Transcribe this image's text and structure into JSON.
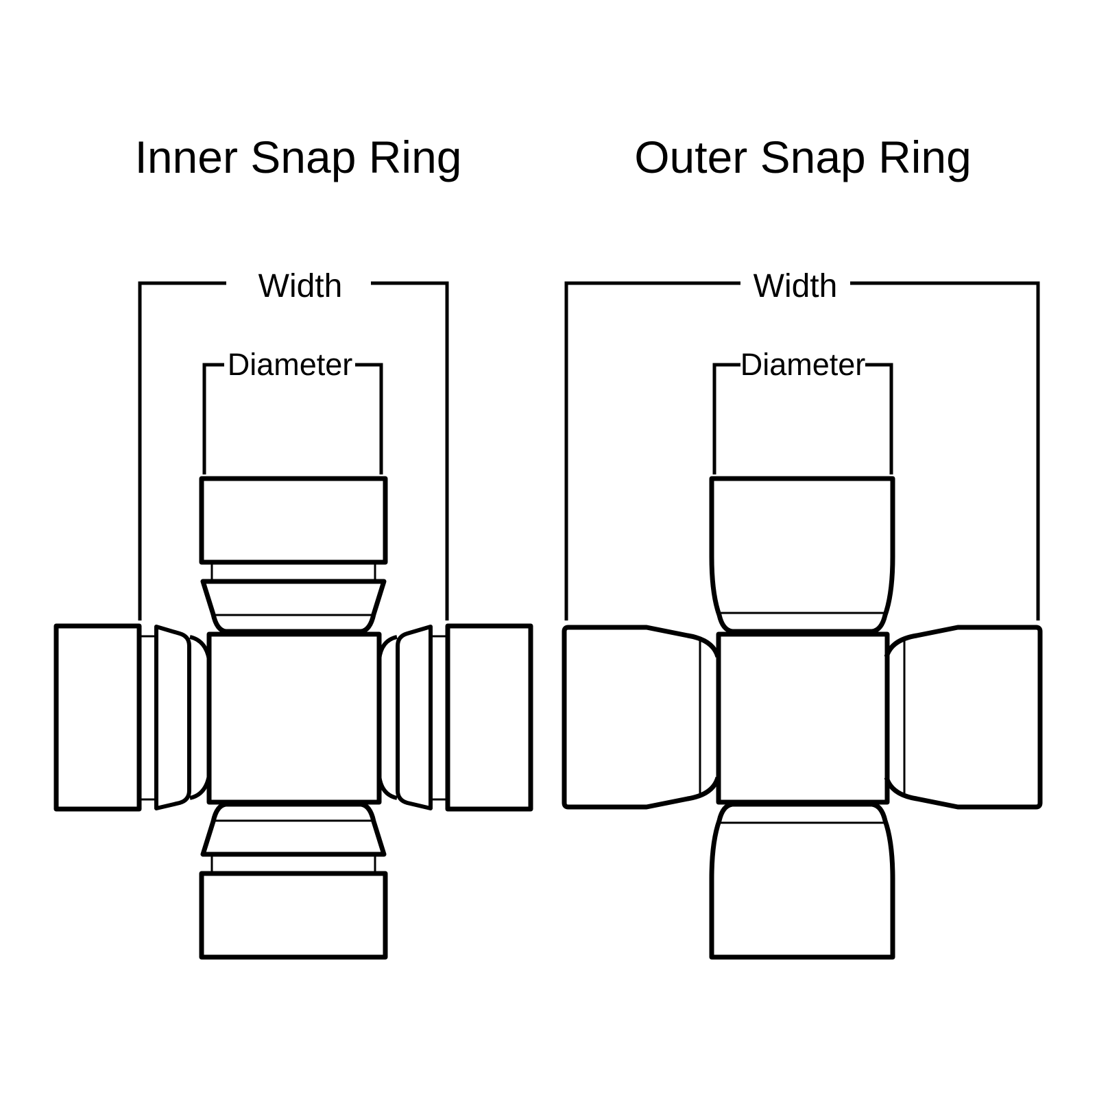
{
  "canvas": {
    "background_color": "#ffffff",
    "line_color": "#000000"
  },
  "diagrams": {
    "inner": {
      "title": "Inner Snap Ring",
      "width_label": "Width",
      "diameter_label": "Diameter"
    },
    "outer": {
      "title": "Outer Snap Ring",
      "width_label": "Width",
      "diameter_label": "Diameter"
    }
  }
}
